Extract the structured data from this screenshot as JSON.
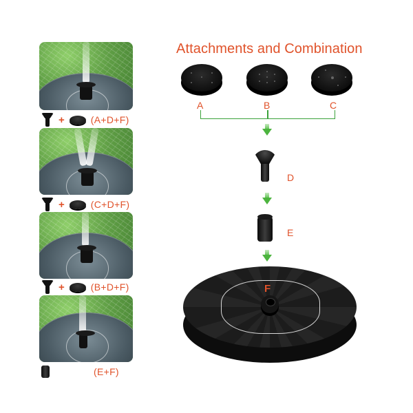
{
  "title": "Attachments and Combination",
  "attachments": [
    {
      "letter": "A",
      "description": "nozzle cap A"
    },
    {
      "letter": "B",
      "description": "nozzle cap B"
    },
    {
      "letter": "C",
      "description": "nozzle cap C"
    }
  ],
  "parts": {
    "d_label": "D",
    "e_label": "E",
    "f_label": "F"
  },
  "combinations": [
    {
      "label": "(A+D+F)"
    },
    {
      "label": "(C+D+F)"
    },
    {
      "label": "(B+D+F)"
    },
    {
      "label": "(E+F)"
    }
  ],
  "plus": "+",
  "colors": {
    "accent_orange": "#e0522a",
    "arrow_green": "#4cb43e",
    "part_black": "#0d0d0d"
  }
}
